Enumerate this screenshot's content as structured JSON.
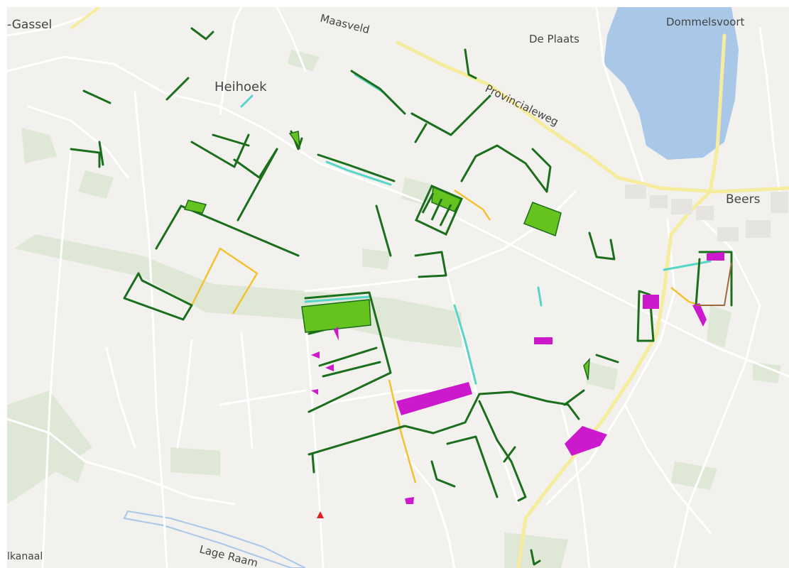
{
  "map": {
    "colors": {
      "background": "#f2f1ee",
      "water": "#a9c8e8",
      "road_minor": "#ffffff",
      "road_provincial": "#f6ec9e",
      "farmland": "#dfe7d6",
      "ditch_dark": "#1b6e1b",
      "field_light": "#66c21f",
      "canal_cyan": "#55d6c8",
      "route_yellow": "#f2c230",
      "parcel_magenta": "#cc19cc",
      "boundary_brown": "#a0683a"
    },
    "labels": {
      "gassel": "-Gassel",
      "heihoek": "Heihoek",
      "maasveld": "Maasveld",
      "provincialeweg": "Provincialeweg",
      "de_plaats": "De Plaats",
      "dommelsvoort": "Dommelsvoort",
      "beers": "Beers",
      "kanaal": "lkanaal",
      "lage_raam": "Lage Raam"
    }
  }
}
